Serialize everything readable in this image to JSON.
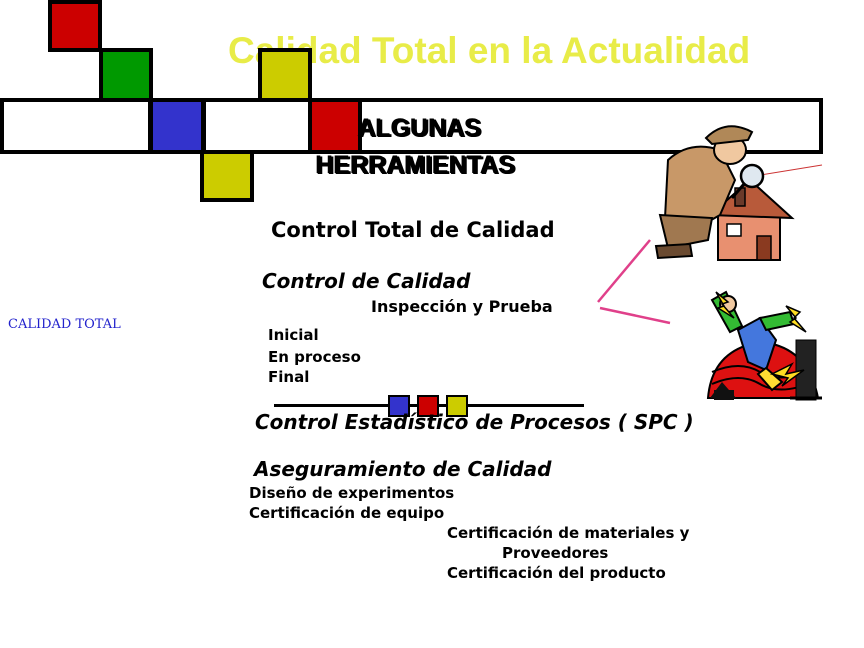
{
  "slide": {
    "title": "Calidad Total en la Actualidad",
    "heading_line1": "ALGUNAS",
    "heading_line2": "HERRAMIENTAS",
    "side_label": "CALIDAD TOTAL",
    "items": {
      "ctc": "Control  Total de Calidad",
      "control_calidad": "Control de Calidad",
      "inspeccion": "Inspección y Prueba",
      "inicial": "Inicial",
      "en_proceso": "En proceso",
      "final": "Final",
      "spc": "Control Estadístico de Procesos ( SPC )",
      "aseguramiento": "Aseguramiento de Calidad",
      "diseno": "Diseño de experimentos",
      "cert_equipo": "Certificación de equipo",
      "cert_materiales": "Certificación de materiales y",
      "proveedores": "Proveedores",
      "cert_producto": "Certificación del producto"
    }
  },
  "colors": {
    "title": "#e8ec48",
    "side_label": "#2222cc",
    "red": "#cc0000",
    "green": "#009900",
    "blue": "#3333cc",
    "yellow": "#cccc00",
    "connector": "#e0408a"
  },
  "icons": [
    "detective-house-clipart",
    "lightning-person-clipart"
  ]
}
